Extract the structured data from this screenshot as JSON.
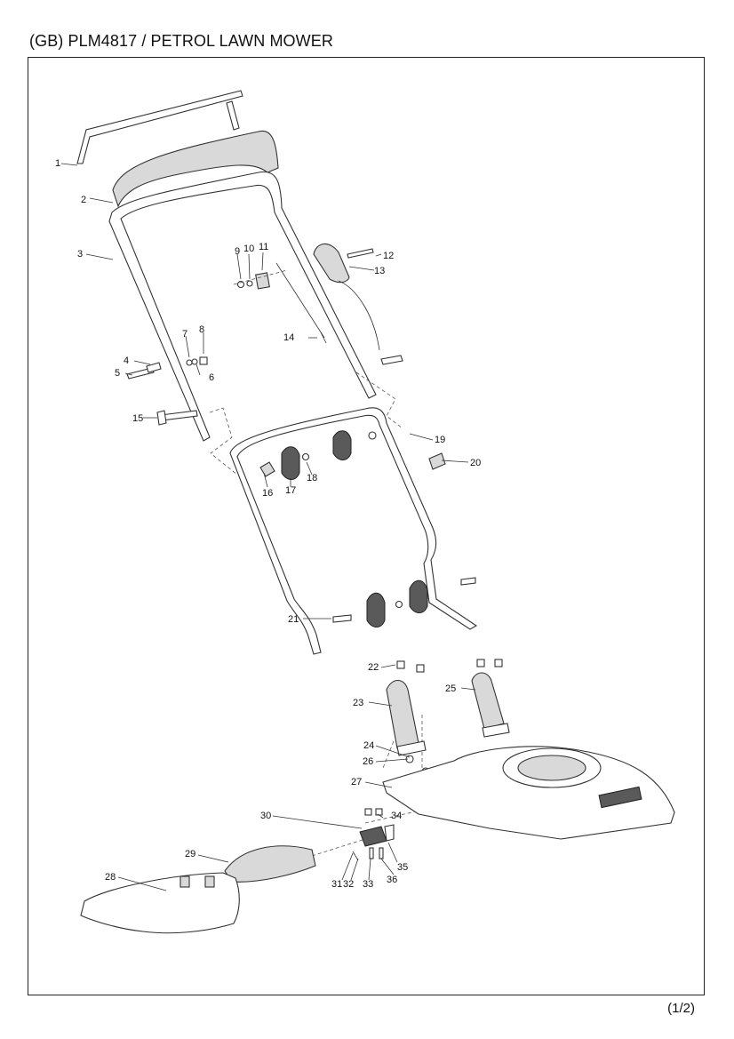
{
  "header": {
    "title": "(GB) PLM4817 / PETROL LAWN MOWER"
  },
  "footer": {
    "page": "(1/2)"
  },
  "callouts": [
    "1",
    "2",
    "3",
    "4",
    "5",
    "6",
    "7",
    "8",
    "9",
    "10",
    "11",
    "12",
    "13",
    "14",
    "15",
    "16",
    "17",
    "18",
    "19",
    "20",
    "21",
    "22",
    "23",
    "24",
    "25",
    "26",
    "27",
    "28",
    "29",
    "30",
    "31",
    "32",
    "33",
    "34",
    "35",
    "36"
  ]
}
